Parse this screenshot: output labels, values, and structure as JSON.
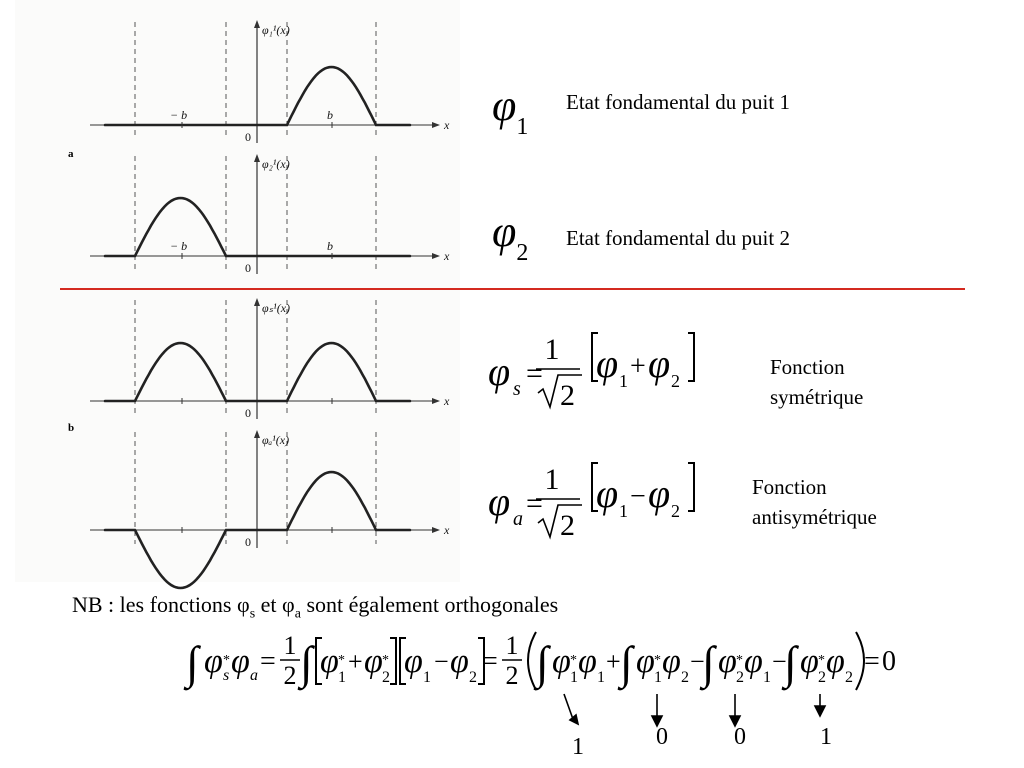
{
  "plots": [
    {
      "panel": "",
      "ylabel": "φ₁¹(x)",
      "shape": "right"
    },
    {
      "panel": "a",
      "ylabel": "φ₂¹(x)",
      "shape": "left"
    },
    {
      "panel": "",
      "ylabel": "φₛ¹(x)",
      "shape": "sym"
    },
    {
      "panel": "b",
      "ylabel": "φₐ¹(x)",
      "shape": "anti"
    }
  ],
  "axis": {
    "x": "x",
    "zero": "0",
    "neg_b": "− b",
    "b": "b"
  },
  "states": [
    {
      "symbol": "φ",
      "index": "1",
      "text": "Etat fondamental du puit 1"
    },
    {
      "symbol": "φ",
      "index": "2",
      "text": "Etat fondamental du puit 2"
    }
  ],
  "combos": [
    {
      "sub": "s",
      "op": "+",
      "desc1": "Fonction",
      "desc2": "symétrique"
    },
    {
      "sub": "a",
      "op": "−",
      "desc1": "Fonction",
      "desc2": "antisymétrique"
    }
  ],
  "fraction": {
    "num": "1",
    "den": "2"
  },
  "note": {
    "prefix": "NB : les fonctions φ",
    "s": "s",
    "mid": " et φ",
    "a": "a",
    "suffix": " sont également orthogonales"
  },
  "result": "0",
  "arrow_values": [
    "1",
    "0",
    "0",
    "1"
  ],
  "colors": {
    "separator": "#d42a20",
    "curve": "#222222",
    "guide": "#555555"
  }
}
